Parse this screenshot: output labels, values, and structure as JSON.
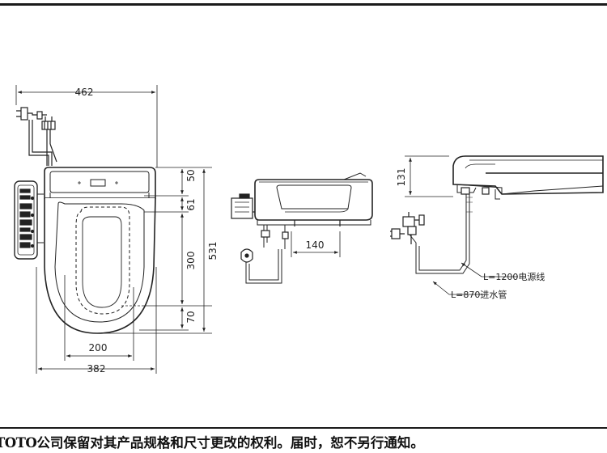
{
  "dimensions": {
    "width_total": "462",
    "top_seat_gap": "50",
    "upper_offset": "61",
    "inner_length": "300",
    "overall_length": "531",
    "lower_offset": "70",
    "inner_width": "200",
    "seat_width": "382",
    "plate_span": "140",
    "side_height": "131"
  },
  "callouts": {
    "power_cord": "L=1200电源线",
    "water_hose": "L=870进水管"
  },
  "footer": {
    "brand": "TOTO",
    "notice": "公司保留对其产品规格和尺寸更改的权利。届时，恕不另行通知。"
  }
}
